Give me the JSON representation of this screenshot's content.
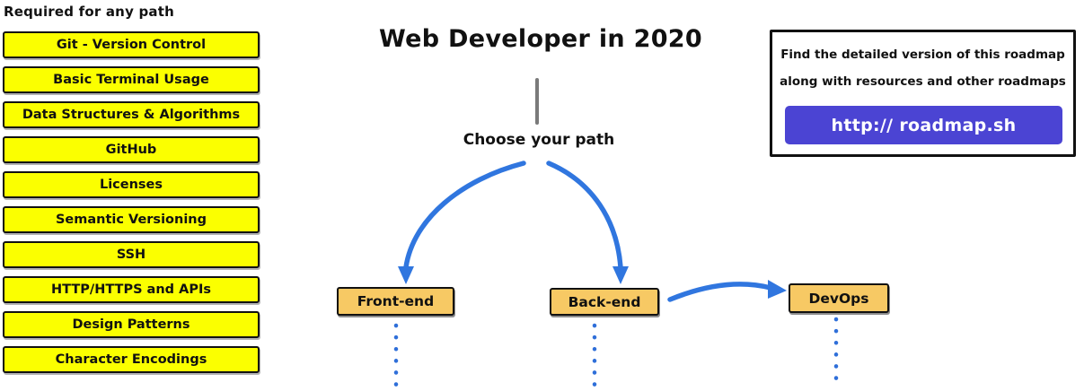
{
  "left_panel": {
    "heading": "Required for any path",
    "items": [
      "Git - Version Control",
      "Basic Terminal Usage",
      "Data Structures & Algorithms",
      "GitHub",
      "Licenses",
      "Semantic Versioning",
      "SSH",
      "HTTP/HTTPS and APIs",
      "Design Patterns",
      "Character Encodings"
    ]
  },
  "center": {
    "title": "Web Developer in 2020",
    "choose_label": "Choose your path",
    "paths": [
      {
        "label": "Front-end"
      },
      {
        "label": "Back-end"
      },
      {
        "label": "DevOps"
      }
    ]
  },
  "info_box": {
    "line1": "Find the detailed version of this roadmap",
    "line2": "along with resources and other roadmaps",
    "button_label": "http:// roadmap.sh"
  },
  "colors": {
    "topic_yellow": "#FBFF00",
    "path_orange": "#F7C964",
    "arrow_blue": "#3076DF",
    "button_purple": "#4B44D3",
    "stem_gray": "#7A7A7A",
    "text_black": "#111111"
  }
}
